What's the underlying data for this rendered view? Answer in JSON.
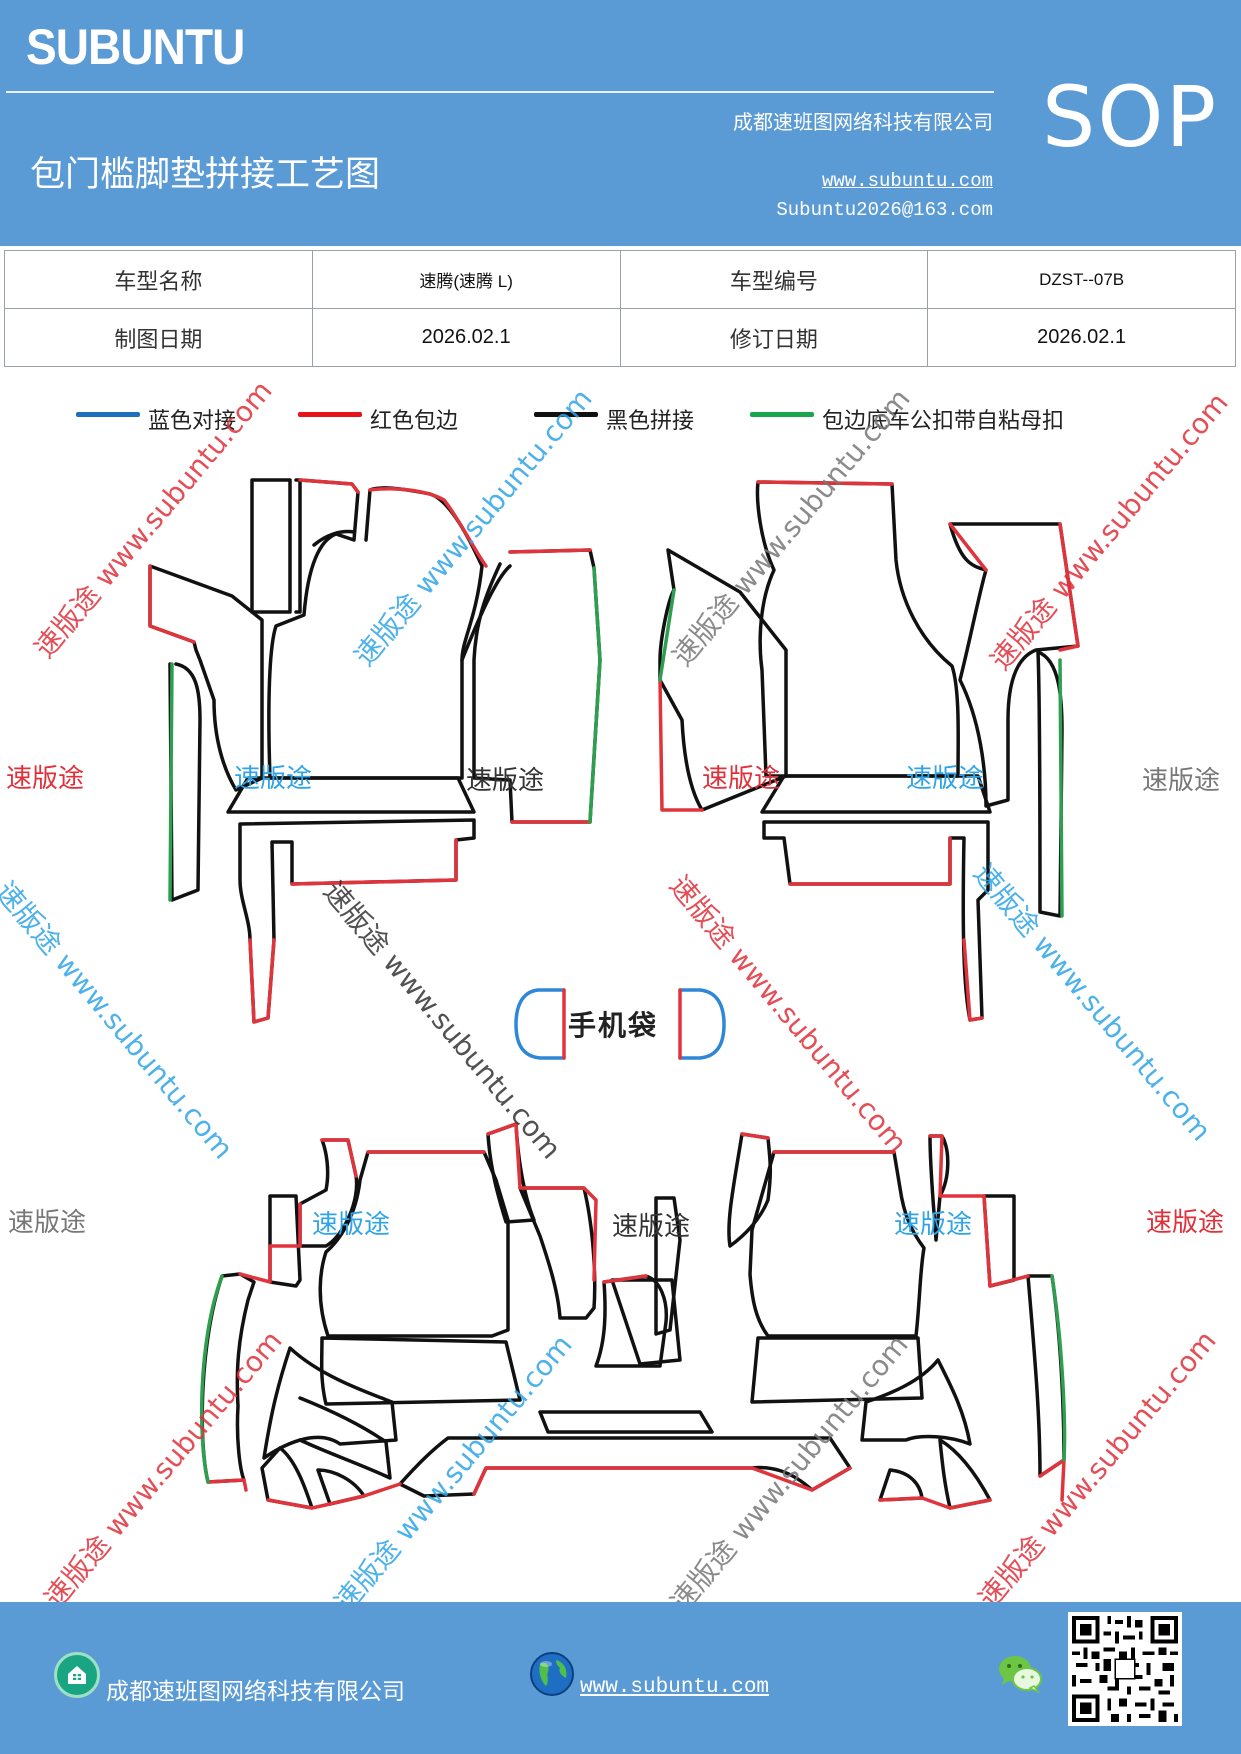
{
  "header": {
    "brand": "SUBUNTU",
    "company": "成都速班图网络科技有限公司",
    "title": "包门槛脚垫拼接工艺图",
    "website": "www.subuntu.com",
    "email": "Subuntu2026@163.com",
    "sop": "SOP"
  },
  "info_table": {
    "model_name_label": "车型名称",
    "model_name_value": "速腾(速腾 L)",
    "model_code_label": "车型编号",
    "model_code_value": "DZST--07B",
    "draw_date_label": "制图日期",
    "draw_date_value": "2026.02.1",
    "revise_date_label": "修订日期",
    "revise_date_value": "2026.02.1"
  },
  "legend": [
    {
      "label": "蓝色对接",
      "color": "#1f6fbf"
    },
    {
      "label": "红色包边",
      "color": "#e8141c"
    },
    {
      "label": "黑色拼接",
      "color": "#111111"
    },
    {
      "label": "包边底车公扣带自粘母扣",
      "color": "#1aa64b"
    }
  ],
  "colors": {
    "header_bg": "#5b9bd5",
    "outline_black": "#111111",
    "edge_red": "#e0343c",
    "edge_green": "#2e9e4f",
    "edge_blue": "#2f87d8"
  },
  "diagram": {
    "phone_pocket_label": "手机袋",
    "watermark_word": "速版途",
    "watermark_url": "www.subuntu.com",
    "watermark_combined": "速版途 www.subuntu.com"
  },
  "footer": {
    "company": "成都速班图网络科技有限公司",
    "website": "www.subuntu.com",
    "icons": [
      "home-icon",
      "globe-icon",
      "wechat-icon",
      "qr-code"
    ]
  }
}
